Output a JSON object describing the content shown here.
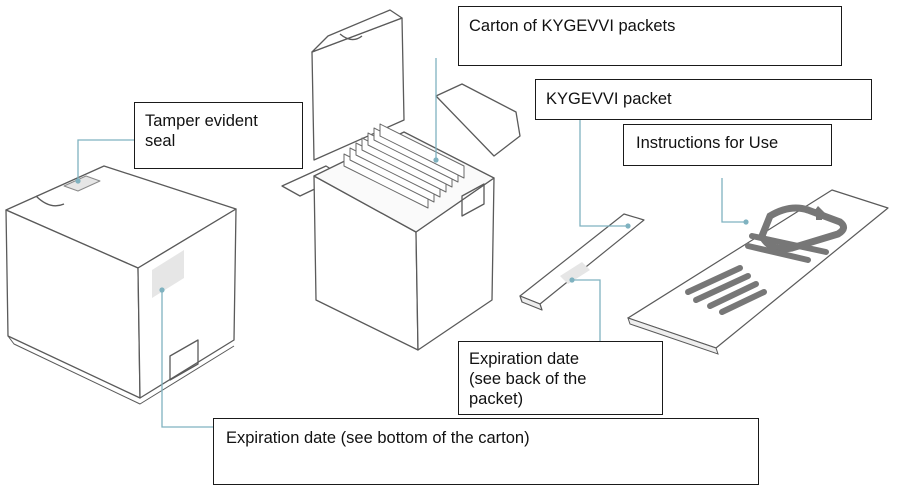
{
  "callouts": {
    "tamper_seal": [
      "Tamper evident",
      "seal"
    ],
    "carton_label": "Carton of KYGEVVI packets",
    "packet_label": "KYGEVVI packet",
    "instructions_label": "Instructions for Use",
    "expiration_packet": [
      "Expiration date",
      "(see back of the",
      "packet)"
    ],
    "expiration_carton": "Expiration date (see bottom of the carton)"
  },
  "colors": {
    "outline": "#5a5a5a",
    "leader_line": "#7fb2c0",
    "label_patch": "#e6e6e6",
    "strip_fill": "#777777",
    "box_border": "#1a1a1a"
  }
}
